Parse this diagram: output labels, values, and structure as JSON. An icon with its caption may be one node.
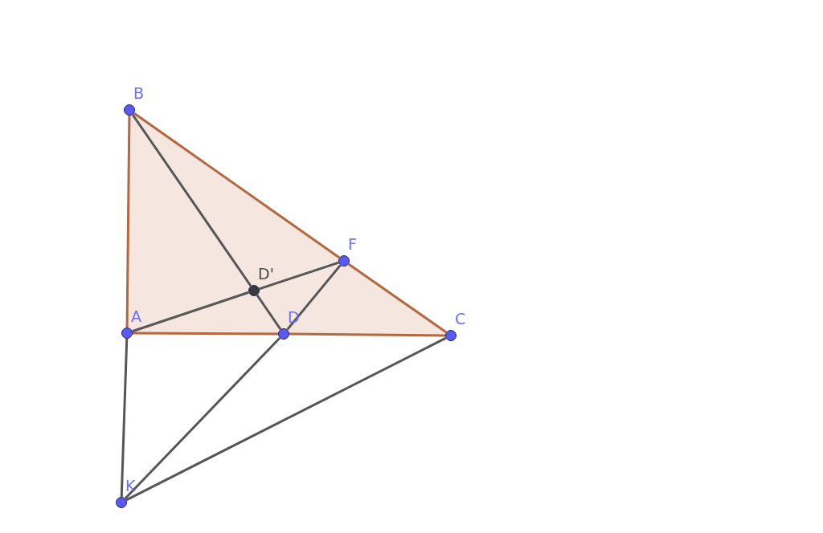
{
  "diagram": {
    "nodes": [
      {
        "text": [
          "B"
        ]
      },
      {
        "text": [
          "F"
        ]
      },
      {
        "text": [
          "D'"
        ]
      },
      {
        "text": [
          "A"
        ]
      },
      {
        "text": [
          "D"
        ]
      },
      {
        "text": [
          "C"
        ]
      },
      {
        "text": [
          "K"
        ]
      }
    ],
    "edges": [
      {
        "from": 0,
        "to": 3,
        "arrow": "none",
        "color": "#b5673e"
      },
      {
        "from": 0,
        "to": 1,
        "arrow": "none",
        "color": "#b5673e"
      },
      {
        "from": 1,
        "to": 5,
        "arrow": "none",
        "color": "#b5673e"
      },
      {
        "from": 3,
        "to": 4,
        "arrow": "none",
        "color": "#b5673e"
      },
      {
        "from": 4,
        "to": 5,
        "arrow": "none",
        "color": "#b5673e"
      },
      {
        "from": 0,
        "to": 2,
        "arrow": "none"
      },
      {
        "from": 2,
        "to": 4,
        "arrow": "none"
      },
      {
        "from": 3,
        "to": 2,
        "arrow": "none"
      },
      {
        "from": 2,
        "to": 1,
        "arrow": "none"
      },
      {
        "from": 1,
        "to": 4,
        "arrow": "none"
      },
      {
        "from": 3,
        "to": 6,
        "arrow": "none"
      },
      {
        "from": 6,
        "to": 4,
        "arrow": "none"
      },
      {
        "from": 6,
        "to": 5,
        "arrow": "none"
      }
    ]
  }
}
